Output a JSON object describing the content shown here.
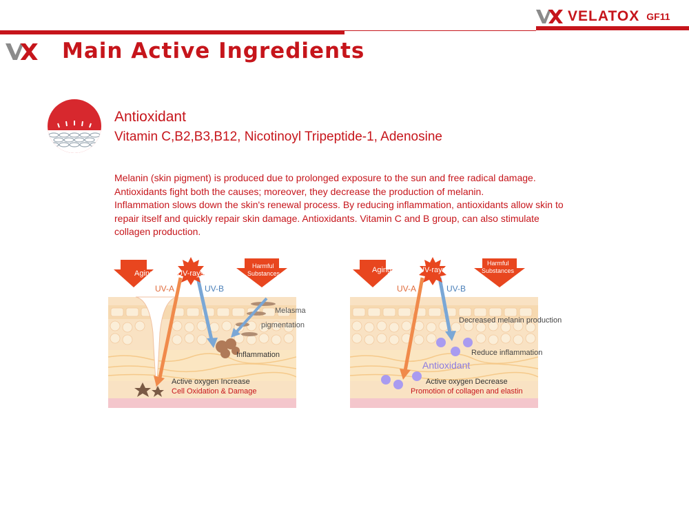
{
  "header": {
    "brand_name": "VELATOX",
    "brand_code": "GF11",
    "page_title": "Main Active Ingredients"
  },
  "colors": {
    "accent": "#c6151b",
    "uv_a": "#f08a4b",
    "uv_b": "#7aa7d6",
    "antioxidant": "#8c7be0"
  },
  "section": {
    "title": "Antioxidant",
    "subtitle": "Vitamin C,B2,B3,B12, Nicotinoyl Tripeptide-1, Adenosine",
    "paragraph_lines": [
      "Melanin (skin pigment) is produced due to prolonged exposure to the sun and free radical damage.",
      "Antioxidants fight both the causes; moreover,  they decrease the production of melanin.",
      "Inflammation slows down the skin's renewal process. By reducing inflammation, antioxidants allow skin to",
      "repair itself and quickly repair skin damage. Antioxidants. Vitamin C and B group, can also stimulate",
      "collagen production."
    ]
  },
  "diagram_left": {
    "aging": "Aging",
    "uv_rays": "UV-rays",
    "harmful": [
      "Harmful",
      "Substances"
    ],
    "uv_a": "UV-A",
    "uv_b": "UV-B",
    "melasma": "Melasma",
    "pigmentation": "pigmentation",
    "inflammation": "Inflammation",
    "result_title": "Active oxygen Increase",
    "result_sub": "Cell Oxidation & Damage"
  },
  "diagram_right": {
    "aging": "Aging",
    "uv_rays": "UV-rays",
    "harmful": [
      "Harmful",
      "Substances"
    ],
    "uv_a": "UV-A",
    "uv_b": "UV-B",
    "decreased": "Decreased melanin production",
    "reduce": "Reduce inflammation",
    "antioxidant": "Antioxidant",
    "result_title": "Active oxygen Decrease",
    "result_sub": "Promotion of collagen and elastin"
  }
}
